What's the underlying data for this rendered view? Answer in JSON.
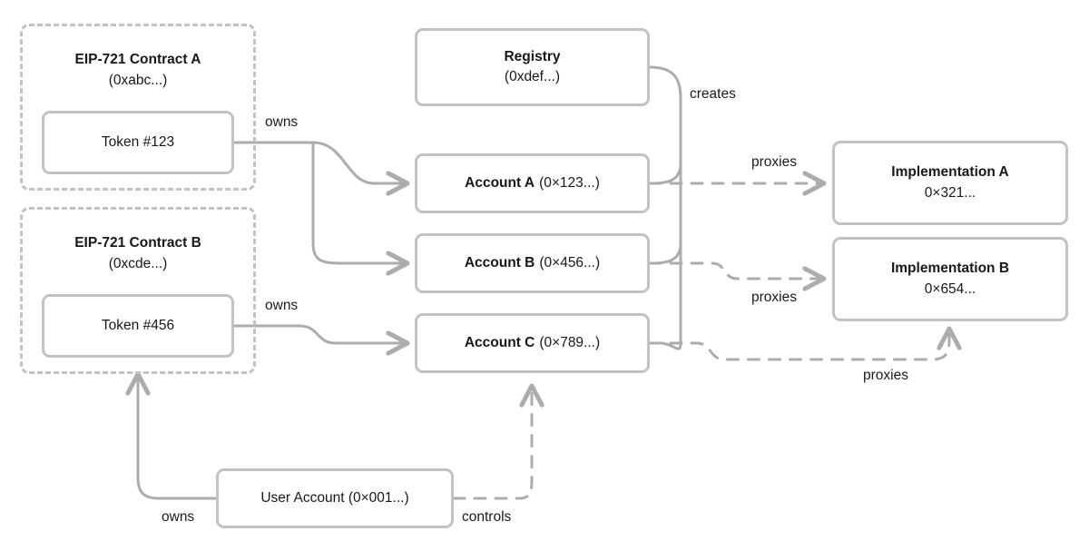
{
  "diagram": {
    "type": "entity-relationship-flow",
    "theme": {
      "background": "#ffffff",
      "node_border": "#c2c2c2",
      "node_fill": "#ffffff",
      "edge_stroke": "#acacac",
      "text": "#17181a"
    },
    "groups": [
      {
        "id": "contract-a",
        "title": "EIP-721 Contract A",
        "subtitle": "(0xabc...)"
      },
      {
        "id": "contract-b",
        "title": "EIP-721 Contract B",
        "subtitle": "(0xcde...)"
      }
    ],
    "nodes": [
      {
        "id": "token-123",
        "name": "Token #123",
        "address": ""
      },
      {
        "id": "token-456",
        "name": "Token #456",
        "address": ""
      },
      {
        "id": "registry",
        "name": "Registry",
        "address": "(0xdef...)"
      },
      {
        "id": "account-a",
        "name": "Account A",
        "address": "(0×123...)"
      },
      {
        "id": "account-b",
        "name": "Account B",
        "address": "(0×456...)"
      },
      {
        "id": "account-c",
        "name": "Account C",
        "address": "(0×789...)"
      },
      {
        "id": "implementation-a",
        "name": "Implementation A",
        "address": "0×321..."
      },
      {
        "id": "implementation-b",
        "name": "Implementation B",
        "address": "0×654..."
      },
      {
        "id": "user-account",
        "name": "User Account (0×001...)",
        "address": ""
      }
    ],
    "edges": [
      {
        "id": "owns-1",
        "label": "owns",
        "from": "token-123",
        "to": "account-a",
        "style": "solid"
      },
      {
        "id": "owns-2",
        "label": "",
        "from": "token-123",
        "to": "account-b",
        "style": "solid"
      },
      {
        "id": "owns-3",
        "label": "owns",
        "from": "token-456",
        "to": "account-c",
        "style": "solid"
      },
      {
        "id": "creates-1",
        "label": "creates",
        "from": "registry",
        "to": "account-a",
        "style": "solid"
      },
      {
        "id": "proxies-1",
        "label": "proxies",
        "from": "account-a",
        "to": "implementation-a",
        "style": "dashed"
      },
      {
        "id": "proxies-2",
        "label": "proxies",
        "from": "account-b",
        "to": "implementation-b",
        "style": "dashed"
      },
      {
        "id": "proxies-3",
        "label": "proxies",
        "from": "account-c",
        "to": "implementation-b",
        "style": "dashed"
      },
      {
        "id": "owns-4",
        "label": "owns",
        "from": "user-account",
        "to": "token-456",
        "style": "solid"
      },
      {
        "id": "controls-1",
        "label": "controls",
        "from": "user-account",
        "to": "account-c",
        "style": "dashed"
      }
    ],
    "labels": {
      "owns_1": "owns",
      "owns_3": "owns",
      "owns_4": "owns",
      "creates": "creates",
      "proxies_1": "proxies",
      "proxies_2": "proxies",
      "proxies_3": "proxies",
      "controls": "controls"
    }
  }
}
